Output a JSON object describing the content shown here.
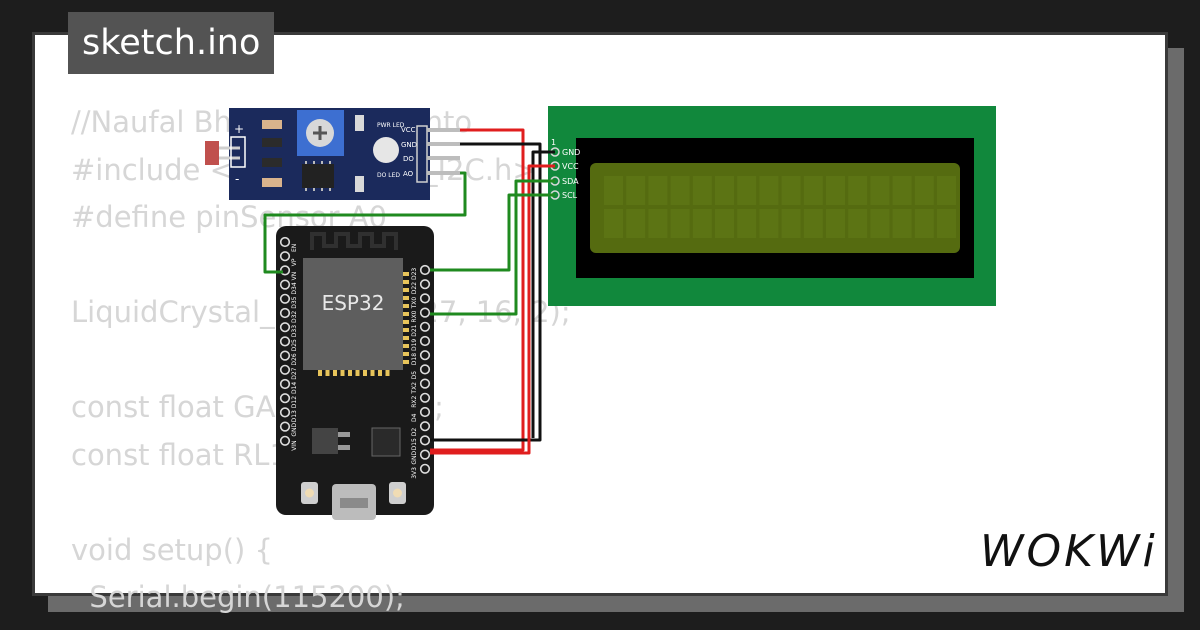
{
  "window": {
    "title": "sketch.ino"
  },
  "code_lines": [
    "//Naufal Bhakti Bagus Tanto",
    "#include <LiquidCrystal_I2C.h>",
    "#define pinSensor A0",
    "",
    "LiquidCrystal_I2C lcd(0x27, 16, 2);",
    "",
    "const float GAMMA = 0.7;",
    "const float RL10 = 50;",
    "",
    "void setup() {",
    "  Serial.begin(115200);"
  ],
  "sensor_module": {
    "pins": [
      "VCC",
      "GND",
      "DO",
      "AO"
    ],
    "led_labels": [
      "PWR LED",
      "DO LED"
    ],
    "polarity": [
      "+",
      "-"
    ]
  },
  "esp32": {
    "chip_label": "ESP32",
    "left_pins": [
      "EN",
      "VP",
      "VN",
      "D34",
      "D35",
      "D32",
      "D33",
      "D25",
      "D26",
      "D27",
      "D14",
      "D12",
      "D13",
      "GND",
      "VIN"
    ],
    "right_pins": [
      "D23",
      "D22",
      "TX0",
      "RX0",
      "D21",
      "D19",
      "D18",
      "D5",
      "TX2",
      "RX2",
      "D4",
      "D2",
      "D15",
      "GND",
      "3V3"
    ]
  },
  "lcd": {
    "pins": [
      "GND",
      "VCC",
      "SDA",
      "SCL"
    ],
    "pin_header": "1"
  },
  "colors": {
    "wire_red": "#e01e1e",
    "wire_black": "#111111",
    "wire_green": "#1f8a1f",
    "pcb_green": "#11883c",
    "lcd_screen": "#556b10",
    "module_blue": "#1b2a5c"
  },
  "brand": {
    "logo": "WOKWi"
  }
}
